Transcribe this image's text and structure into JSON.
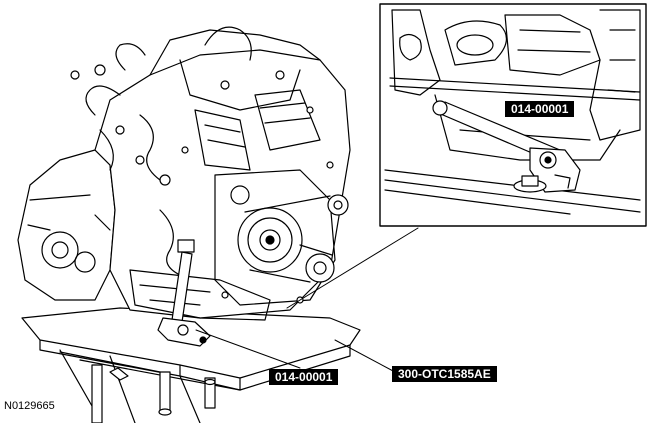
{
  "figure_id": "N0129665",
  "callouts": {
    "inset_tool": "014-00001",
    "main_tool": "014-00001",
    "stand": "300-OTC1585AE"
  }
}
